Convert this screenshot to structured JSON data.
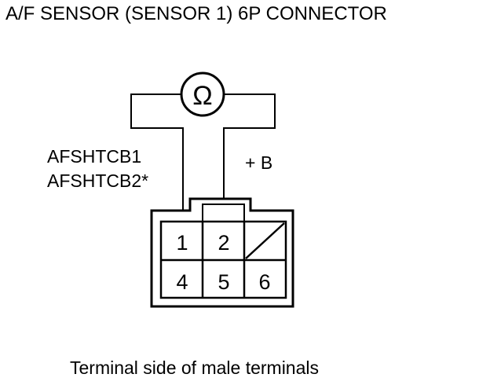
{
  "diagram": {
    "title": "A/F SENSOR (SENSOR 1) 6P CONNECTOR",
    "meter_symbol": "Ω",
    "left_wire_label_1": "AFSHTCB1",
    "left_wire_label_2": "AFSHTCB2*",
    "right_wire_label": "+ B",
    "caption": "Terminal side of male terminals",
    "connector": {
      "pins_top": [
        "1",
        "2",
        ""
      ],
      "pins_bottom": [
        "4",
        "5",
        "6"
      ]
    }
  }
}
